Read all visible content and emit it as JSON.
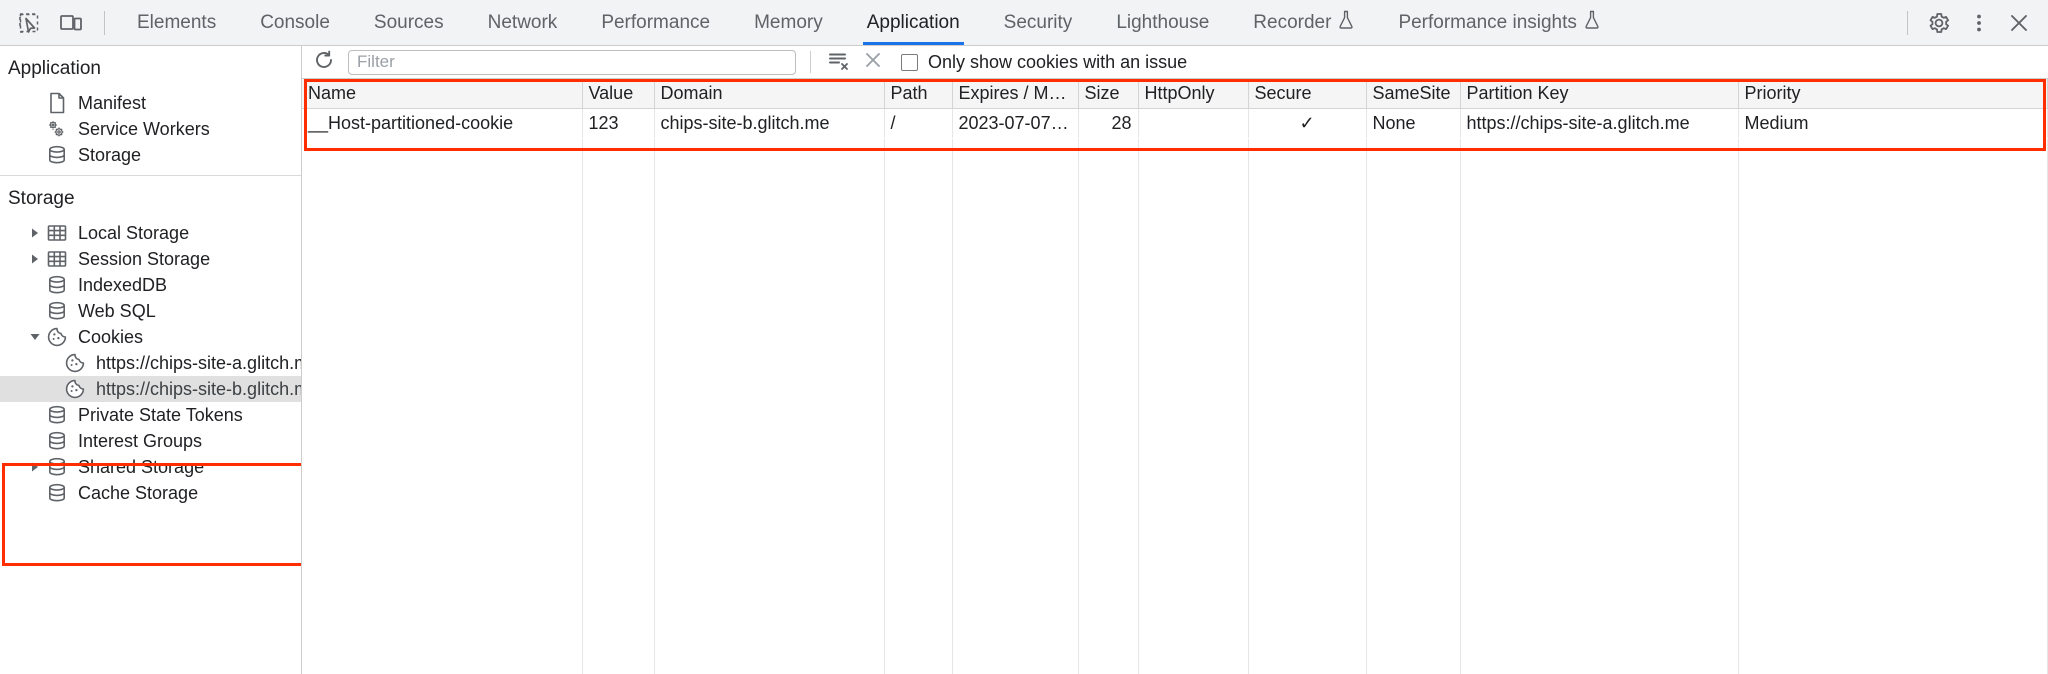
{
  "toolbar": {
    "inspect_icon": "inspect-element-icon",
    "device_icon": "device-toolbar-icon",
    "settings_icon": "gear-icon",
    "more_icon": "more-vertical-icon",
    "close_icon": "close-icon",
    "tabs": [
      {
        "label": "Elements",
        "selected": false,
        "experimental": false
      },
      {
        "label": "Console",
        "selected": false,
        "experimental": false
      },
      {
        "label": "Sources",
        "selected": false,
        "experimental": false
      },
      {
        "label": "Network",
        "selected": false,
        "experimental": false
      },
      {
        "label": "Performance",
        "selected": false,
        "experimental": false
      },
      {
        "label": "Memory",
        "selected": false,
        "experimental": false
      },
      {
        "label": "Application",
        "selected": true,
        "experimental": false
      },
      {
        "label": "Security",
        "selected": false,
        "experimental": false
      },
      {
        "label": "Lighthouse",
        "selected": false,
        "experimental": false
      },
      {
        "label": "Recorder",
        "selected": false,
        "experimental": true
      },
      {
        "label": "Performance insights",
        "selected": false,
        "experimental": true
      }
    ],
    "accent_color": "#1a73e8"
  },
  "sidebar": {
    "application": {
      "title": "Application",
      "items": [
        {
          "label": "Manifest",
          "icon": "document-icon",
          "indent": 2,
          "twisty": "none"
        },
        {
          "label": "Service Workers",
          "icon": "gears-icon",
          "indent": 2,
          "twisty": "none"
        },
        {
          "label": "Storage",
          "icon": "database-icon",
          "indent": 2,
          "twisty": "none"
        }
      ]
    },
    "storage": {
      "title": "Storage",
      "items": [
        {
          "label": "Local Storage",
          "icon": "table-icon",
          "indent": 2,
          "twisty": "collapsed",
          "selected": false
        },
        {
          "label": "Session Storage",
          "icon": "table-icon",
          "indent": 2,
          "twisty": "collapsed",
          "selected": false
        },
        {
          "label": "IndexedDB",
          "icon": "database-icon",
          "indent": 2,
          "twisty": "none",
          "selected": false
        },
        {
          "label": "Web SQL",
          "icon": "database-icon",
          "indent": 2,
          "twisty": "none",
          "selected": false
        },
        {
          "label": "Cookies",
          "icon": "cookie-icon",
          "indent": 2,
          "twisty": "expanded",
          "selected": false
        },
        {
          "label": "https://chips-site-a.glitch.me",
          "icon": "cookie-icon",
          "indent": 3,
          "twisty": "none",
          "selected": false
        },
        {
          "label": "https://chips-site-b.glitch.me",
          "icon": "cookie-icon",
          "indent": 3,
          "twisty": "none",
          "selected": true
        },
        {
          "label": "Private State Tokens",
          "icon": "database-icon",
          "indent": 2,
          "twisty": "none",
          "selected": false
        },
        {
          "label": "Interest Groups",
          "icon": "database-icon",
          "indent": 2,
          "twisty": "none",
          "selected": false
        },
        {
          "label": "Shared Storage",
          "icon": "database-icon",
          "indent": 2,
          "twisty": "collapsed",
          "selected": false
        },
        {
          "label": "Cache Storage",
          "icon": "database-icon",
          "indent": 2,
          "twisty": "none",
          "selected": false
        }
      ]
    }
  },
  "filterbar": {
    "refresh_icon": "refresh-icon",
    "filter_placeholder": "Filter",
    "filter_value": "",
    "clear_filtered_icon": "clear-filtered-cookies-icon",
    "clear_all_icon": "clear-all-cookies-icon",
    "issue_checkbox_label": "Only show cookies with an issue",
    "issue_checkbox_checked": false
  },
  "table": {
    "columns": [
      "Name",
      "Value",
      "Domain",
      "Path",
      "Expires / M…",
      "Size",
      "HttpOnly",
      "Secure",
      "SameSite",
      "Partition Key",
      "Priority"
    ],
    "rows": [
      {
        "Name": "__Host-partitioned-cookie",
        "Value": "123",
        "Domain": "chips-site-b.glitch.me",
        "Path": "/",
        "Expires / M…": "2023-07-07…",
        "Size": "28",
        "HttpOnly": "",
        "Secure": "✓",
        "SameSite": "None",
        "Partition Key": "https://chips-site-a.glitch.me",
        "Priority": "Medium"
      }
    ]
  },
  "annotations": {
    "highlight_color": "#ff2d00",
    "boxes": [
      {
        "name": "cookies-tree-highlight"
      },
      {
        "name": "cookie-table-highlight"
      }
    ]
  }
}
